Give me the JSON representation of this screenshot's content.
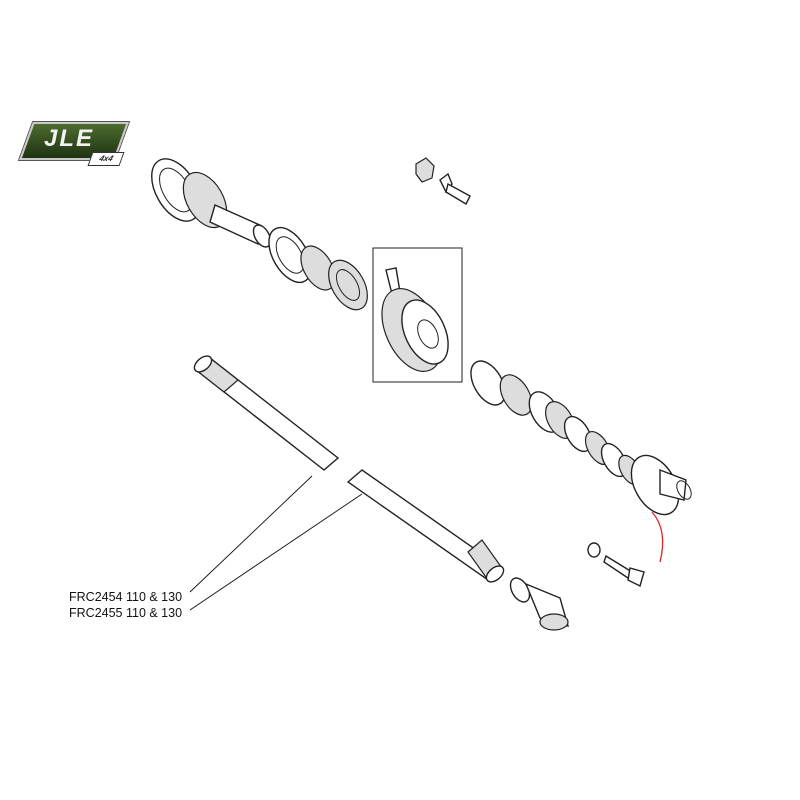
{
  "logo": {
    "text": "JLE",
    "sub": "4x4"
  },
  "labels": [
    {
      "part": "FRC2454",
      "fitment": "110 & 130",
      "text": "FRC2454 110 & 130"
    },
    {
      "part": "FRC2455",
      "fitment": "110 & 130",
      "text": "FRC2455 110 & 130"
    }
  ],
  "colors": {
    "highlight": "#d8262b",
    "logo_green": "#2f4a1c"
  }
}
